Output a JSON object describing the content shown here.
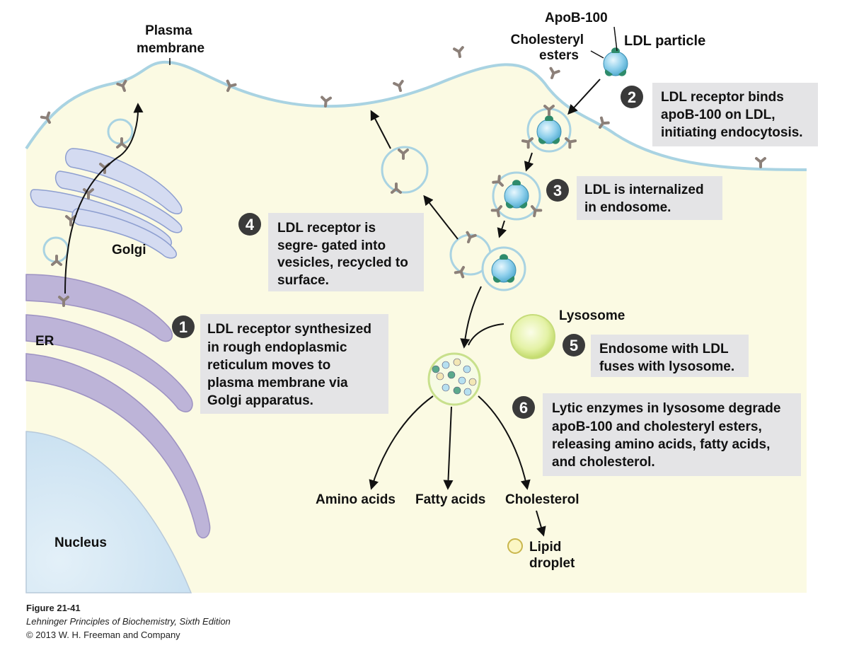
{
  "labels": {
    "plasma_membrane": [
      "Plasma",
      "membrane"
    ],
    "golgi": "Golgi",
    "er": "ER",
    "nucleus": "Nucleus",
    "apob100": "ApoB-100",
    "cholesteryl_esters": [
      "Cholesteryl",
      "esters"
    ],
    "ldl_particle": "LDL particle",
    "lysosome": "Lysosome",
    "amino_acids": "Amino acids",
    "fatty_acids": "Fatty acids",
    "cholesterol": "Cholesterol",
    "lipid_droplet": [
      "Lipid",
      "droplet"
    ]
  },
  "steps": [
    {
      "num": "1",
      "lines": [
        "LDL receptor synthesized",
        "in rough endoplasmic",
        "reticulum moves to",
        "plasma membrane via",
        "Golgi apparatus."
      ]
    },
    {
      "num": "2",
      "lines": [
        "LDL receptor binds",
        "apoB-100 on LDL,",
        "initiating endocytosis."
      ]
    },
    {
      "num": "3",
      "lines": [
        "LDL is internalized",
        "in endosome."
      ]
    },
    {
      "num": "4",
      "lines": [
        "LDL receptor is",
        "segre- gated into",
        "vesicles, recycled to",
        "surface."
      ]
    },
    {
      "num": "5",
      "lines": [
        "Endosome with LDL",
        "fuses with lysosome."
      ]
    },
    {
      "num": "6",
      "lines": [
        "Lytic enzymes in lysosome degrade",
        "apoB-100 and cholesteryl esters,",
        "releasing amino acids, fatty acids,",
        "and cholesterol."
      ]
    }
  ],
  "caption": {
    "figure": "Figure 21-41",
    "book": "Lehninger Principles of Biochemistry, Sixth Edition",
    "copyright": "© 2013 W. H. Freeman and Company"
  },
  "colors": {
    "cytoplasm": "#fbfae3",
    "membrane": "#a9d3e2",
    "er": "#bdb4d8",
    "golgi": "#d4dbf1",
    "nucleus": "#cfe5f2",
    "receptor": "#9a9089",
    "ldl_core": "#8fd0ec",
    "apob": "#2e8b6b",
    "lysosome": "#d6ec8b",
    "stepbox": "#e4e4e6",
    "stepnum": "#3a3a3a"
  }
}
